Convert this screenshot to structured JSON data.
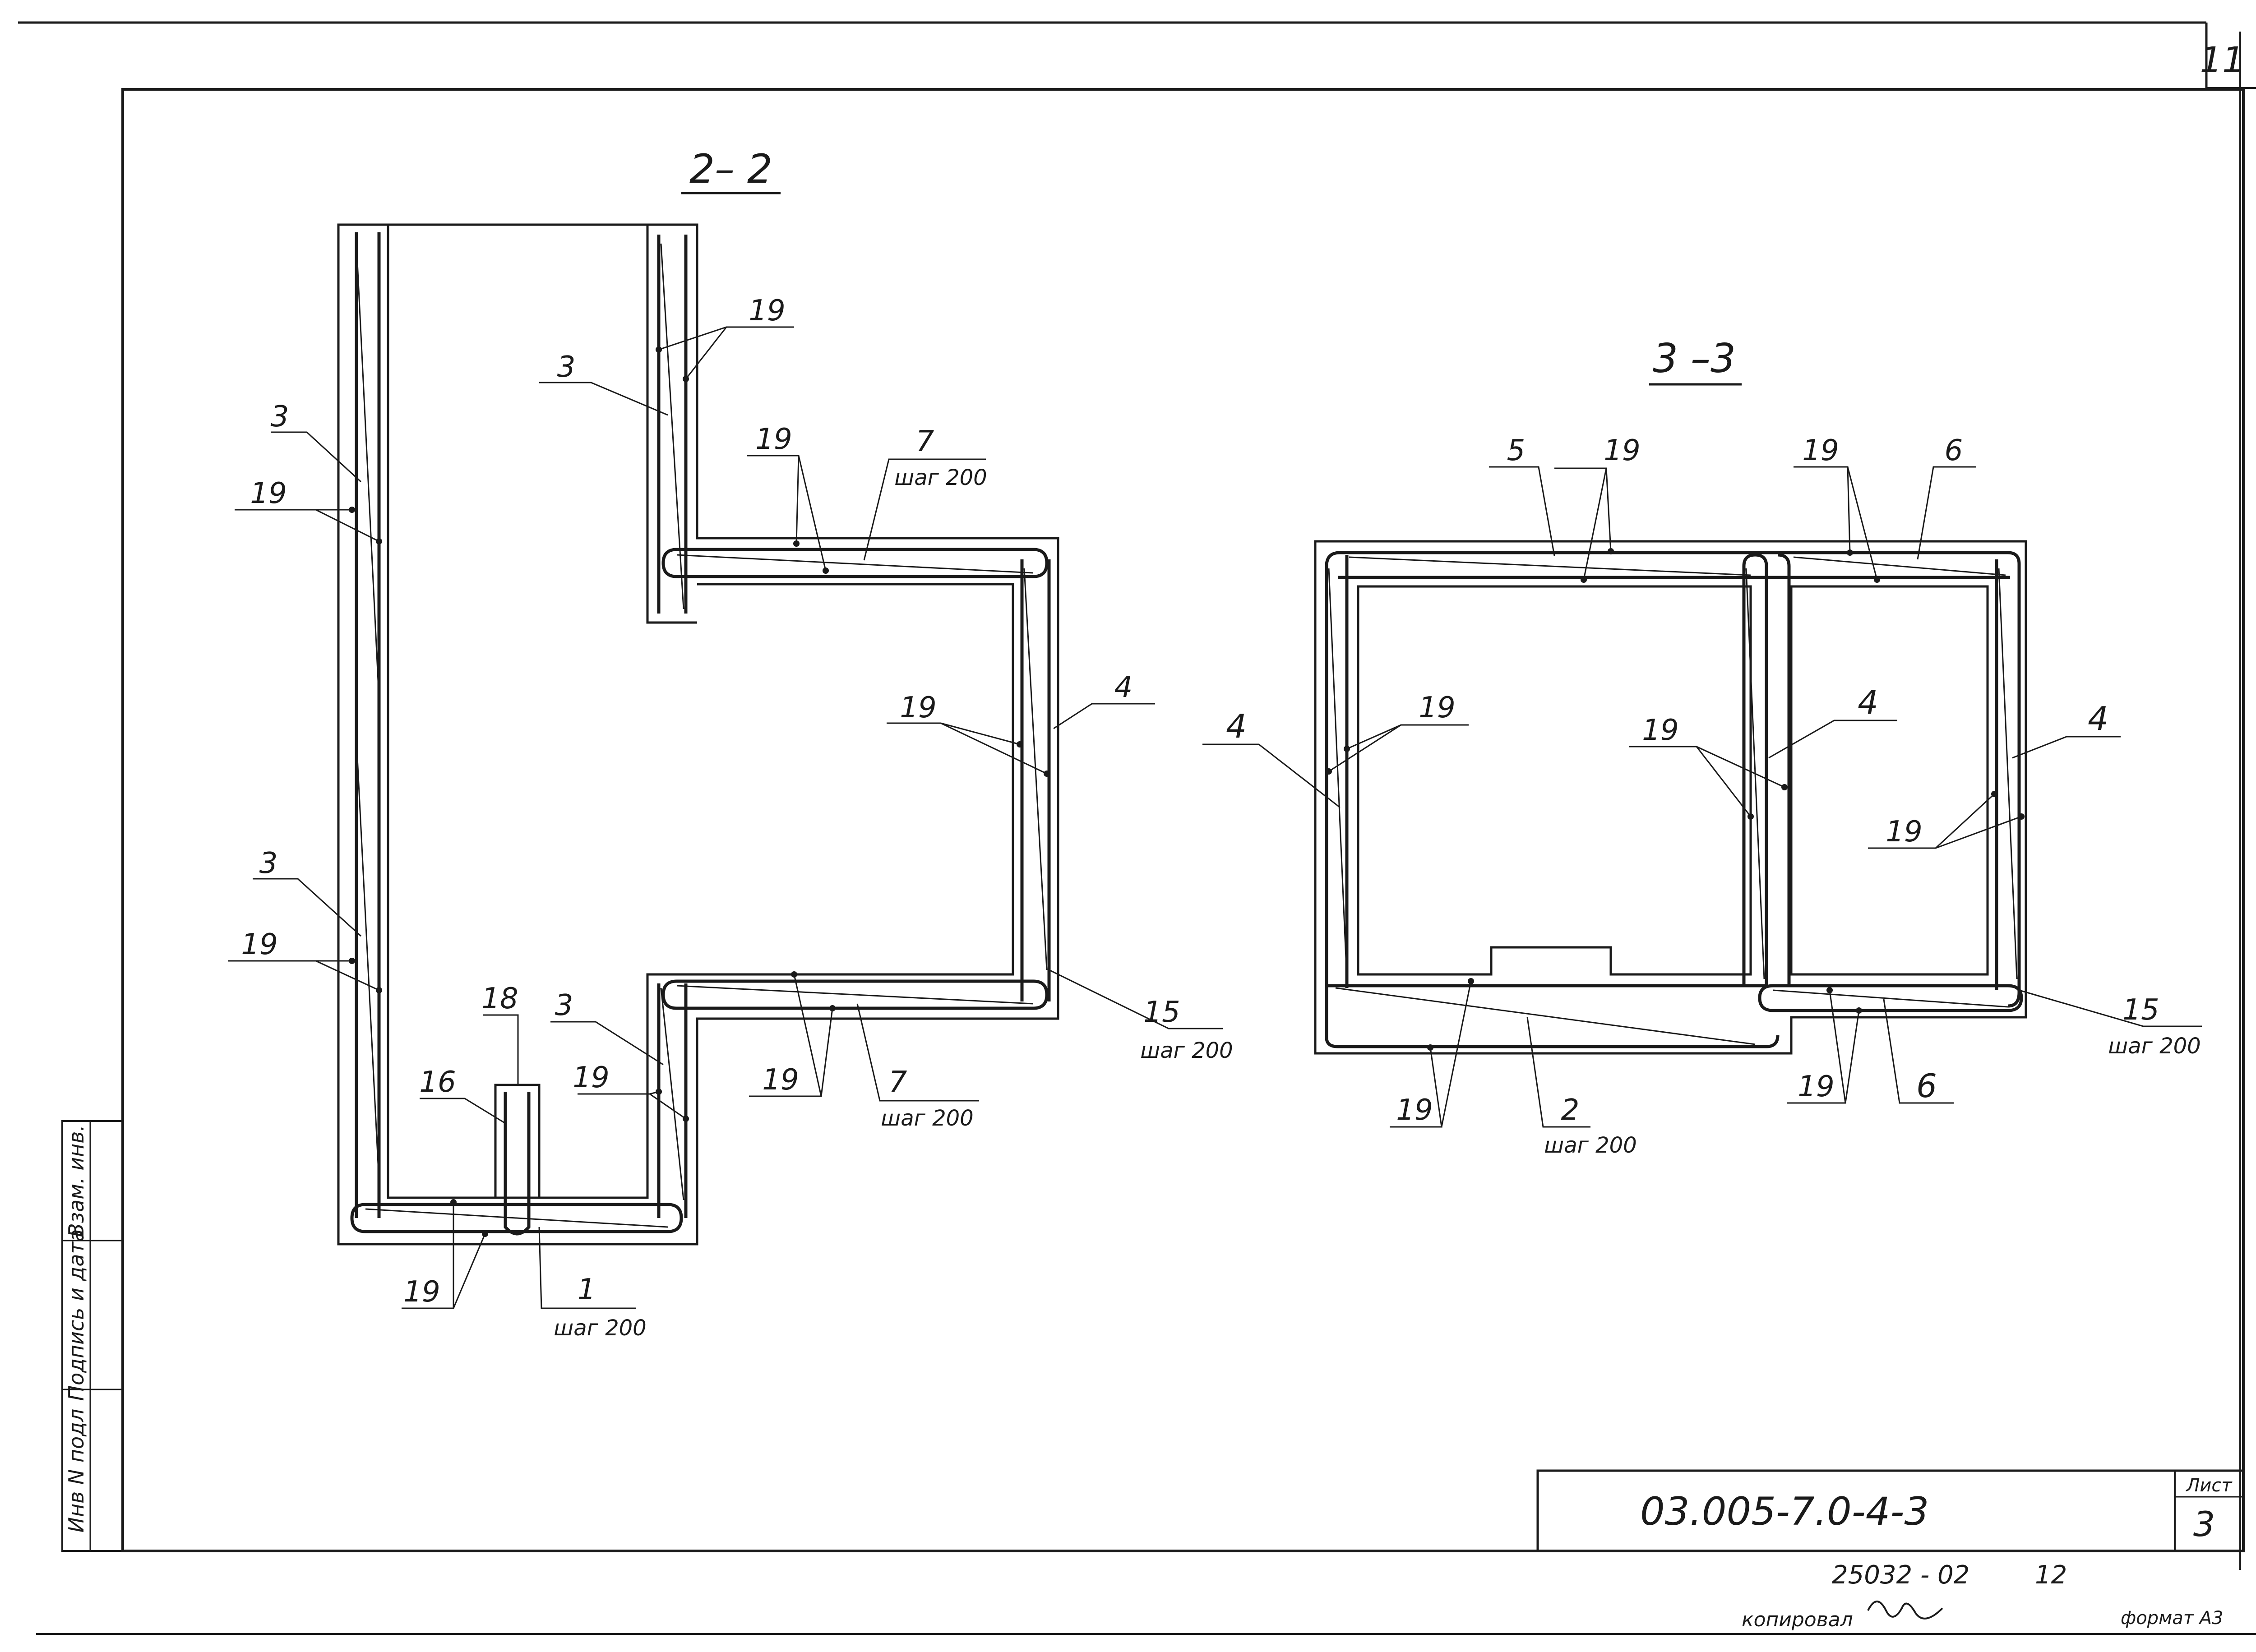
{
  "sheet_number_top": "11",
  "sheet_label": "Лист",
  "sheet_number": "3",
  "document_code": "03.005-7.0-4-3",
  "archive_number": "25032 - 02",
  "archive_suffix": "12",
  "copied_label": "копировал",
  "format_label": "формат А3",
  "side_stamp": [
    "Инв N подл",
    "Подпись и дата",
    "Взам. инв."
  ],
  "section_2": {
    "title": "2– 2",
    "labels": {
      "n1": "1",
      "step1": "шаг 200",
      "n3a": "3",
      "n3b": "3",
      "n3c": "3",
      "n3d": "3",
      "n4": "4",
      "n7a": "7",
      "step7a": "шаг 200",
      "n7b": "7",
      "step7b": "шаг 200",
      "n15": "15",
      "step15": "шаг 200",
      "n16": "16",
      "n18": "18",
      "n19a": "19",
      "n19b": "19",
      "n19c": "19",
      "n19d": "19",
      "n19e": "19",
      "n19f": "19",
      "n19g": "19",
      "n19h": "19"
    }
  },
  "section_3": {
    "title": "3 –3",
    "labels": {
      "n2": "2",
      "step2": "шаг 200",
      "n4a": "4",
      "n4b": "4",
      "n4c": "4",
      "n5": "5",
      "n6a": "6",
      "n6b": "6",
      "n15": "15",
      "step15": "шаг 200",
      "n19a": "19",
      "n19b": "19",
      "n19c": "19",
      "n19d": "19",
      "n19e": "19",
      "n19f": "19",
      "n19g": "19"
    }
  }
}
